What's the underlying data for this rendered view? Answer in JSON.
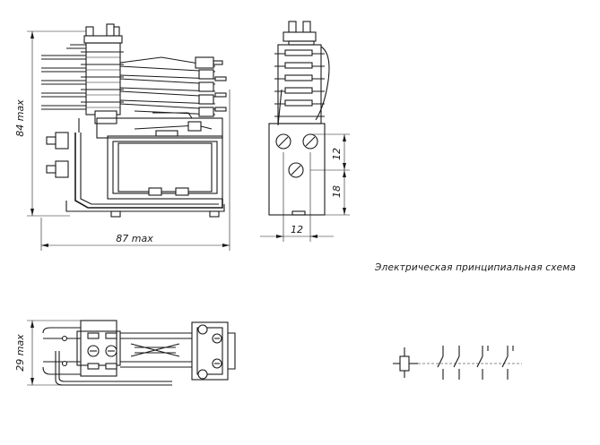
{
  "front_view": {
    "height_label": "84 max",
    "width_label": "87 max"
  },
  "side_view": {
    "width_label": "12",
    "upper_height_label": "12",
    "lower_height_label": "18"
  },
  "top_view": {
    "height_label": "29 max"
  },
  "schematic": {
    "caption": "Электрическая принципиальная схема"
  }
}
